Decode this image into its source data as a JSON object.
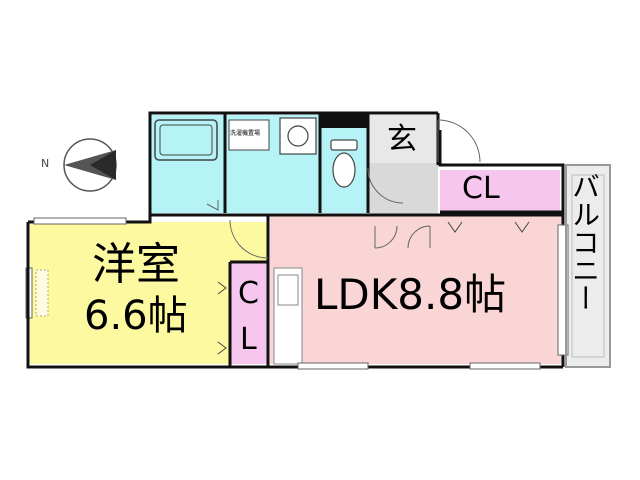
{
  "compass": {
    "north_label": "N"
  },
  "rooms": {
    "western_room": {
      "name": "洋室",
      "size": "6.6帖",
      "color": "#fdf9a0"
    },
    "ldk": {
      "label": "LDK8.8帖",
      "color": "#f9d5d6"
    },
    "entrance": {
      "label": "玄",
      "color": "#d9d9d9"
    },
    "closet_main": {
      "label": "CL",
      "color": "#f7c6ef"
    },
    "closet_small": {
      "label_top": "C",
      "label_bottom": "L",
      "color": "#f7c6ef"
    },
    "balcony": {
      "label": "バルコニー",
      "color": "#ececec"
    },
    "wet_area": {
      "color": "#b5f3f6"
    },
    "washing_machine": {
      "label": "洗濯機置場"
    }
  }
}
